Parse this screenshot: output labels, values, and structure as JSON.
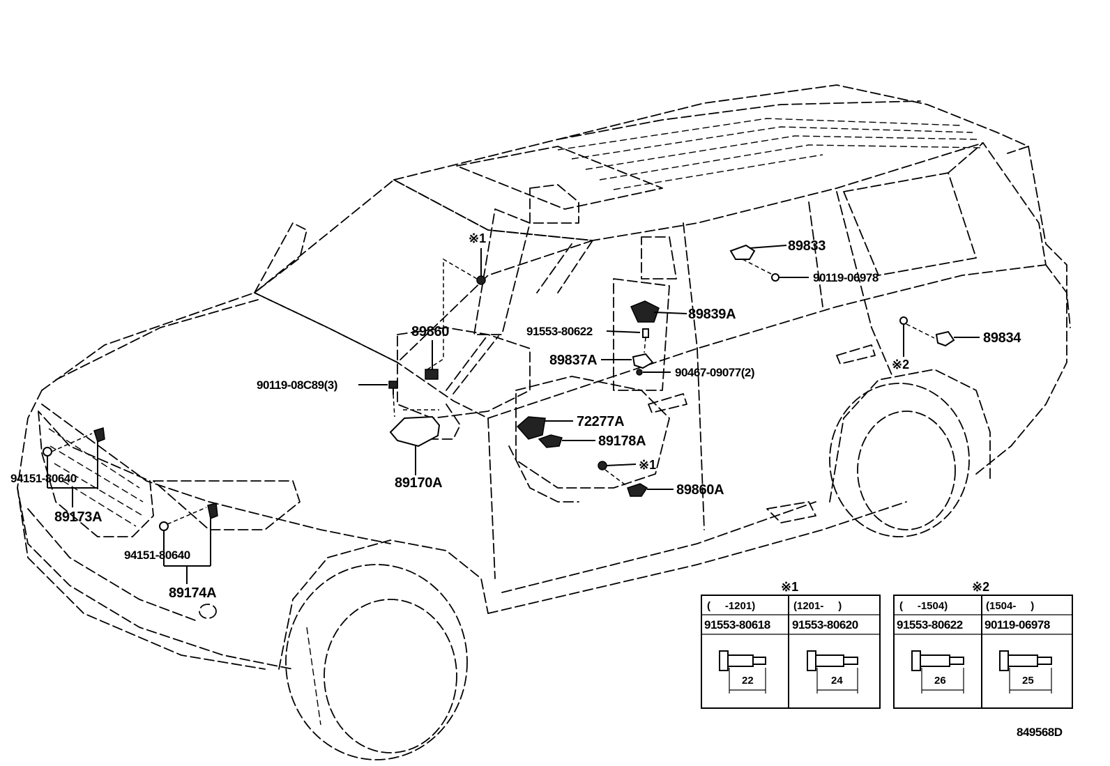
{
  "callouts": {
    "p89833": "89833",
    "p90119_06978": "90119-06978",
    "p89839A": "89839A",
    "p91553_80622": "91553-80622",
    "p89837A": "89837A",
    "p90467_09077": "90467-09077(2)",
    "p89834": "89834",
    "p89860": "89860",
    "p90119_08C89": "90119-08C89(3)",
    "p72277A": "72277A",
    "p89178A": "89178A",
    "p89860A": "89860A",
    "p89170A": "89170A",
    "p94151_80640_a": "94151-80640",
    "p89173A": "89173A",
    "p94151_80640_b": "94151-80640",
    "p89174A": "89174A"
  },
  "notes": {
    "mark1": "※1",
    "mark2": "※2"
  },
  "tables": {
    "t1": {
      "title": "※1",
      "col1_range": "(     -1201)",
      "col2_range": "(1201-     )",
      "col1_part": "91553-80618",
      "col2_part": "91553-80620",
      "col1_length": "22",
      "col2_length": "24"
    },
    "t2": {
      "title": "※2",
      "col1_range": "(     -1504)",
      "col2_range": "(1504-     )",
      "col1_part": "91553-80622",
      "col2_part": "90119-06978",
      "col1_length": "26",
      "col2_length": "25"
    }
  },
  "illustration_id": "849568D"
}
